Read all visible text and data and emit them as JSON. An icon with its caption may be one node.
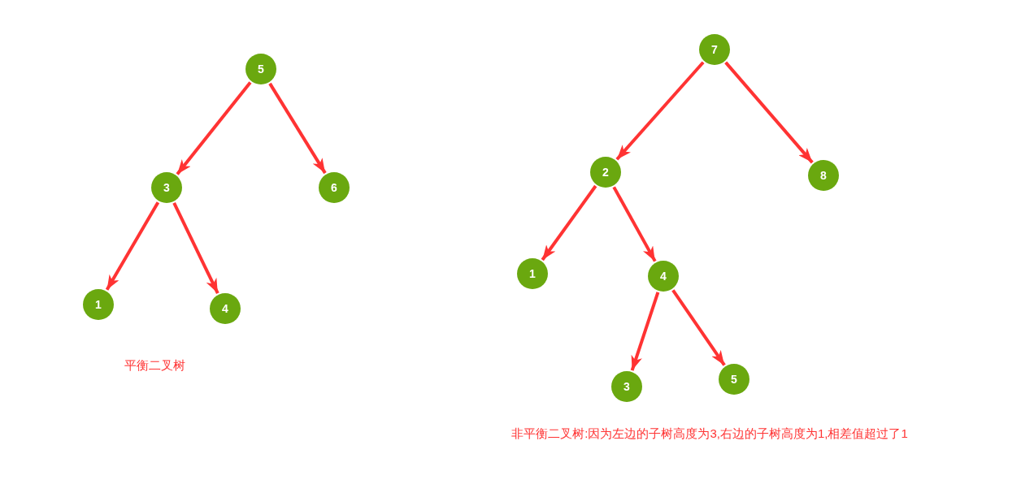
{
  "diagram": {
    "nodes": [
      {
        "text": [
          "5"
        ]
      },
      {
        "text": [
          "3"
        ]
      },
      {
        "text": [
          "6"
        ]
      },
      {
        "text": [
          "1"
        ]
      },
      {
        "text": [
          "4"
        ]
      },
      {
        "text": [
          "7"
        ]
      },
      {
        "text": [
          "2"
        ]
      },
      {
        "text": [
          "8"
        ]
      },
      {
        "text": [
          "1"
        ]
      },
      {
        "text": [
          "4"
        ]
      },
      {
        "text": [
          "3"
        ]
      },
      {
        "text": [
          "5"
        ]
      }
    ],
    "edges": [
      {
        "from": 0,
        "to": 1,
        "arrow": "to"
      },
      {
        "from": 0,
        "to": 2,
        "arrow": "to"
      },
      {
        "from": 1,
        "to": 3,
        "arrow": "to"
      },
      {
        "from": 1,
        "to": 4,
        "arrow": "to"
      },
      {
        "from": 5,
        "to": 6,
        "arrow": "to"
      },
      {
        "from": 5,
        "to": 7,
        "arrow": "to"
      },
      {
        "from": 6,
        "to": 8,
        "arrow": "to"
      },
      {
        "from": 6,
        "to": 9,
        "arrow": "to"
      },
      {
        "from": 9,
        "to": 10,
        "arrow": "to"
      },
      {
        "from": 9,
        "to": 11,
        "arrow": "to"
      }
    ],
    "labels": [
      "平衡二叉树",
      "非平衡二叉树:因为左边的子树高度为3,右边的子树高度为1,相差值超过了1"
    ]
  }
}
